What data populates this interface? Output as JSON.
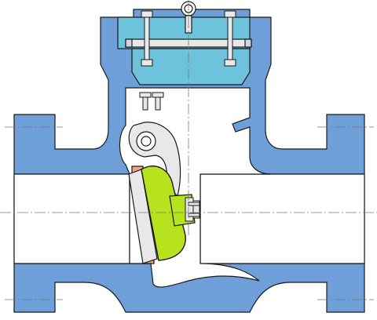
{
  "figure": {
    "kind": "technical cross-section drawing",
    "colors": {
      "body": "#6e9fd8",
      "bonnet": "#6ec3dc",
      "disc": "#b6e31e",
      "seat_ring": "#f6a37a",
      "metal": "#e8e8e8",
      "outline": "#1a1a1a",
      "centerline": "#7a7a7a"
    },
    "components": [
      {
        "name": "valve-body"
      },
      {
        "name": "bonnet"
      },
      {
        "name": "bonnet-gasket"
      },
      {
        "name": "bonnet-stud"
      },
      {
        "name": "lifting-eye-bolt"
      },
      {
        "name": "hinge-arm"
      },
      {
        "name": "hinge-pin"
      },
      {
        "name": "disc"
      },
      {
        "name": "seat-ring"
      },
      {
        "name": "disc-nut"
      },
      {
        "name": "flange"
      },
      {
        "name": "centerline"
      }
    ]
  }
}
